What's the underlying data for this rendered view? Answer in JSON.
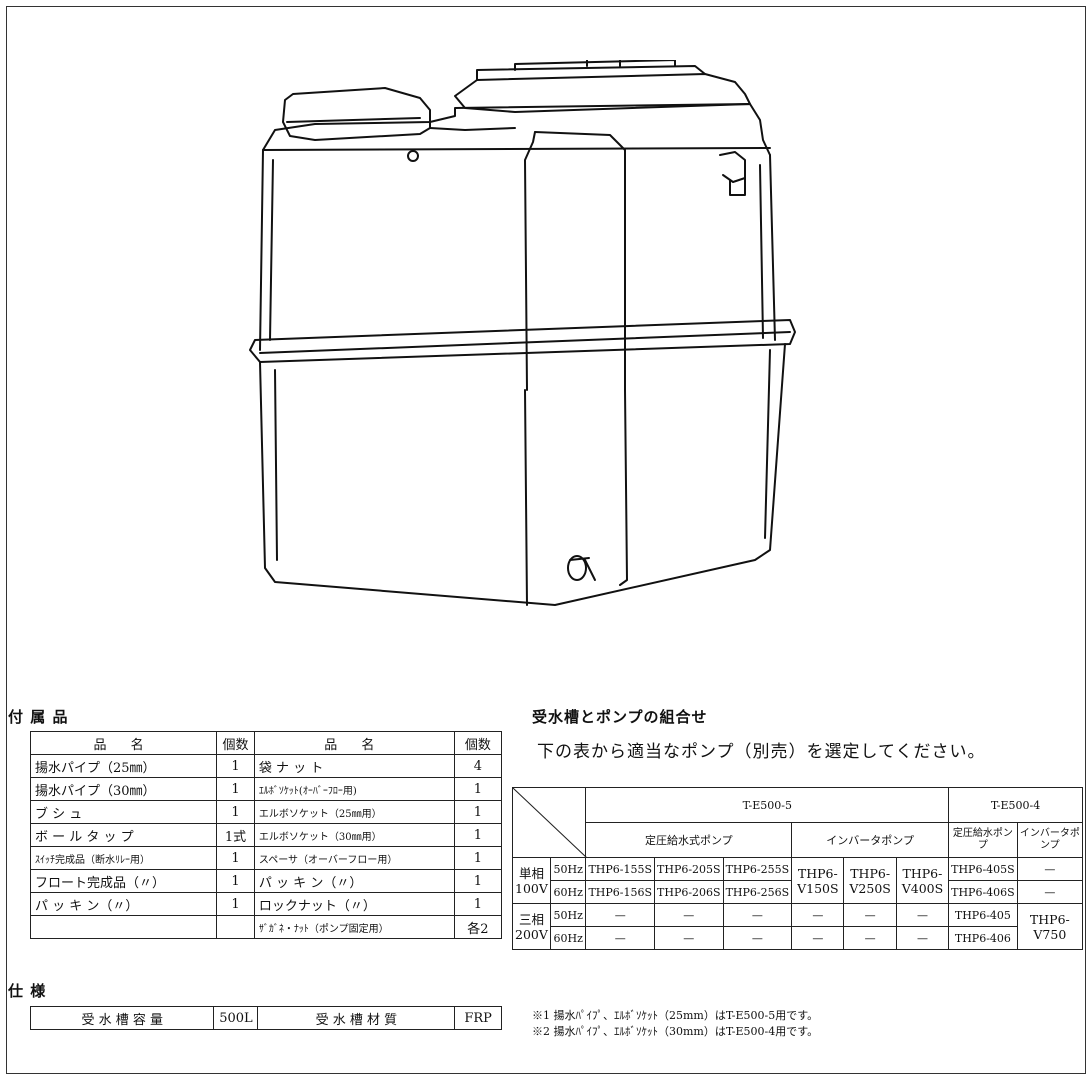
{
  "accessories": {
    "title": "付 属 品",
    "header": {
      "name": "品 名",
      "count": "個数"
    },
    "left_rows": [
      {
        "name": "揚水パイプ（25㎜）",
        "count": "1"
      },
      {
        "name": "揚水パイプ（30㎜）",
        "count": "1"
      },
      {
        "name": "ブ シ ュ",
        "count": "1"
      },
      {
        "name": "ボ ー ル タ ッ プ",
        "count": "1式"
      },
      {
        "name": "ｽｲｯﾁ完成品（断水ﾘﾚｰ用）",
        "count": "1"
      },
      {
        "name": "フロート完成品（〃）",
        "count": "1"
      },
      {
        "name": "パ ッ キ ン（〃）",
        "count": "1"
      },
      {
        "name": "",
        "count": ""
      }
    ],
    "right_rows": [
      {
        "name": "袋 ナ ッ ト",
        "count": "4"
      },
      {
        "name": "ｴﾙﾎﾞｿｹｯﾄ(ｵｰﾊﾞｰﾌﾛｰ用)",
        "count": "1"
      },
      {
        "name": "エルボソケット（25㎜用）",
        "count": "1"
      },
      {
        "name": "エルボソケット（30㎜用）",
        "count": "1"
      },
      {
        "name": "スペーサ（オーバーフロー用）",
        "count": "1"
      },
      {
        "name": "パ ッ キ ン（〃）",
        "count": "1"
      },
      {
        "name": "ロックナット（〃）",
        "count": "1"
      },
      {
        "name": "ｻﾞｶﾞﾈ・ﾅｯﾄ（ポンプ固定用）",
        "count": "各2"
      }
    ]
  },
  "spec": {
    "title": "仕 様",
    "capacity_label": "受 水 槽 容 量",
    "capacity_value": "500L",
    "material_label": "受 水 槽 材 質",
    "material_value": "FRP"
  },
  "combo": {
    "title": "受水槽とポンプの組合せ",
    "subtitle": "下の表から適当なポンプ（別売）を選定してください。",
    "model_a": "T-E500-5",
    "model_b": "T-E500-4",
    "group_a1": "定圧給水式ポンプ",
    "group_a2": "インバータポンプ",
    "group_b1": "定圧給水ポンプ",
    "group_b2": "インバータポンプ",
    "single_phase": "単相100V",
    "three_phase": "三相200V",
    "hz50": "50Hz",
    "hz60": "60Hz",
    "r1": [
      "THP6-155S",
      "THP6-205S",
      "THP6-255S"
    ],
    "r2": [
      "THP6-156S",
      "THP6-206S",
      "THP6-256S"
    ],
    "inv": [
      "THP6-V150S",
      "THP6-V250S",
      "THP6-V400S"
    ],
    "b_r1": "THP6-405S",
    "b_r2": "THP6-406S",
    "b_r3": "THP6-405",
    "b_r4": "THP6-406",
    "dash": "—",
    "b_inv3": "THP6-V750"
  },
  "notes": [
    "※1 揚水ﾊﾟｲﾌﾟ、ｴﾙﾎﾞｿｹｯﾄ（25mm）はT-E500-5用です。",
    "※2 揚水ﾊﾟｲﾌﾟ、ｴﾙﾎﾞｿｹｯﾄ（30mm）はT-E500-4用です。"
  ]
}
